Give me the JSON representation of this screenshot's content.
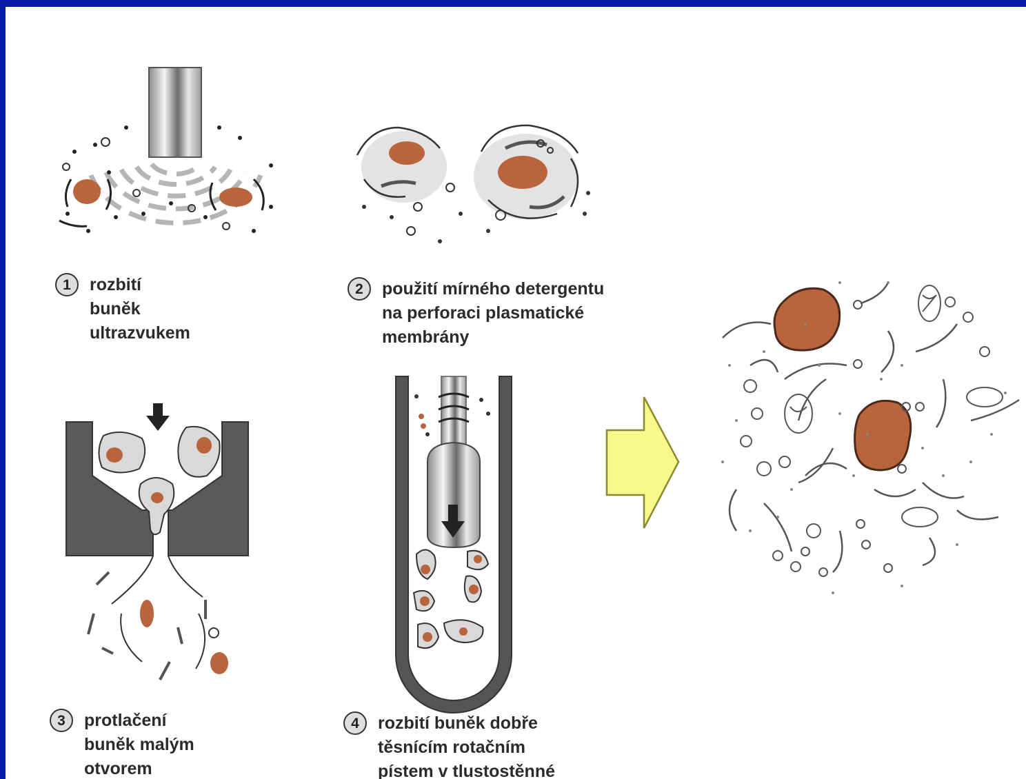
{
  "steps": [
    {
      "number": "1",
      "lines": [
        "rozbití",
        "buněk",
        "ultrazvukem"
      ]
    },
    {
      "number": "2",
      "lines": [
        "použití mírného detergentu",
        "na perforaci plasmatické",
        "membrány"
      ]
    },
    {
      "number": "3",
      "lines": [
        "protlačení",
        "buněk malým",
        "otvorem"
      ]
    },
    {
      "number": "4",
      "lines": [
        "rozbití buněk dobře",
        "těsnícím rotačním",
        "pístem v tlustostěnné"
      ]
    }
  ],
  "colors": {
    "frame": "#0a1aa8",
    "nucleus": "#b8643c",
    "cytoplasm": "#d9d9d9",
    "press": "#5a5a5a",
    "arrow_fill": "#f7f78a",
    "arrow_stroke": "#8a8a30"
  },
  "icons": [
    "ultrasound-probe-icon",
    "down-arrow-icon",
    "result-arrow-icon"
  ]
}
